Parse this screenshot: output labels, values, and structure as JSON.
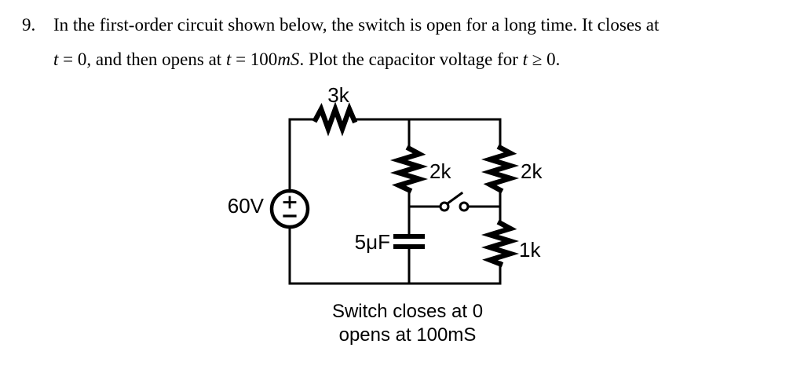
{
  "problem": {
    "number": "9.",
    "line1": "In the first-order circuit shown below, the switch is open for a long time. It closes at",
    "line2": [
      "t",
      " = 0, and then opens at ",
      "t",
      " = 100",
      "mS",
      ". Plot the capacitor voltage for ",
      "t",
      " ≥ 0."
    ]
  },
  "circuit": {
    "source_label": "60V",
    "resistor_top_label": "3k",
    "resistor_middle_label": "2k",
    "resistor_right_top_label": "2k",
    "resistor_right_bottom_label": "1k",
    "capacitor_label": "5μF",
    "caption_line1": "Switch closes at 0",
    "caption_line2": "opens at 100mS",
    "colors": {
      "ink": "#000000",
      "background": "#ffffff"
    }
  }
}
